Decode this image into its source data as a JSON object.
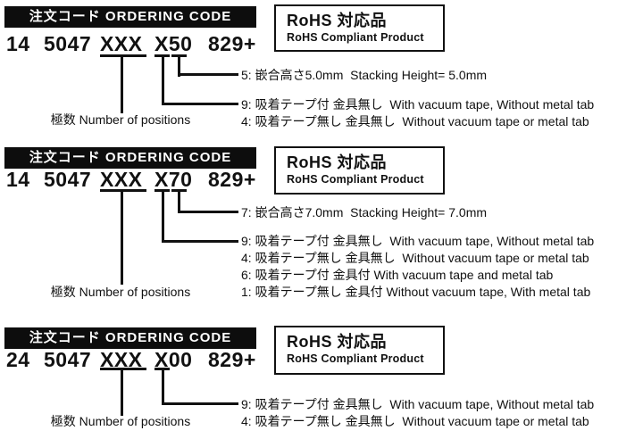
{
  "colors": {
    "bar_bg": "#0d0d0d",
    "bar_text": "#ffffff",
    "text": "#111111",
    "background": "#ffffff"
  },
  "sections": [
    {
      "header": "注文コード ORDERING CODE",
      "code_parts": {
        "positions": "14",
        "series": "5047",
        "variant": "XXX",
        "height_code": "X50",
        "suffix": "829+"
      },
      "rohs_title": "RoHS 対応品",
      "rohs_subtitle": "RoHS Compliant Product",
      "positions_label": "極数 Number of positions",
      "stack_row": "5: 嵌合高さ5.0mm  Stacking Height= 5.0mm",
      "option_rows": [
        "9: 吸着テープ付 金具無し  With vacuum tape, Without metal tab",
        "4: 吸着テープ無し 金具無し  Without vacuum tape or metal tab"
      ]
    },
    {
      "header": "注文コード ORDERING CODE",
      "code_parts": {
        "positions": "14",
        "series": "5047",
        "variant": "XXX",
        "height_code": "X70",
        "suffix": "829+"
      },
      "rohs_title": "RoHS 対応品",
      "rohs_subtitle": "RoHS Compliant Product",
      "positions_label": "極数 Number of positions",
      "stack_row": "7: 嵌合高さ7.0mm  Stacking Height= 7.0mm",
      "option_rows": [
        "9: 吸着テープ付 金具無し  With vacuum tape, Without metal tab",
        "4: 吸着テープ無し 金具無し  Without vacuum tape or metal tab",
        "6: 吸着テープ付 金具付 With vacuum tape and metal tab",
        "1: 吸着テープ無し 金具付 Without vacuum tape, With metal tab"
      ]
    },
    {
      "header": "注文コード ORDERING CODE",
      "code_parts": {
        "positions": "24",
        "series": "5047",
        "variant": "XXX",
        "height_code": "X00",
        "suffix": "829+"
      },
      "rohs_title": "RoHS 対応品",
      "rohs_subtitle": "RoHS Compliant Product",
      "positions_label": "極数 Number of positions",
      "option_rows": [
        "9: 吸着テープ付 金具無し  With vacuum tape, Without metal tab",
        "4: 吸着テープ無し 金具無し  Without vacuum tape or metal tab"
      ]
    }
  ]
}
